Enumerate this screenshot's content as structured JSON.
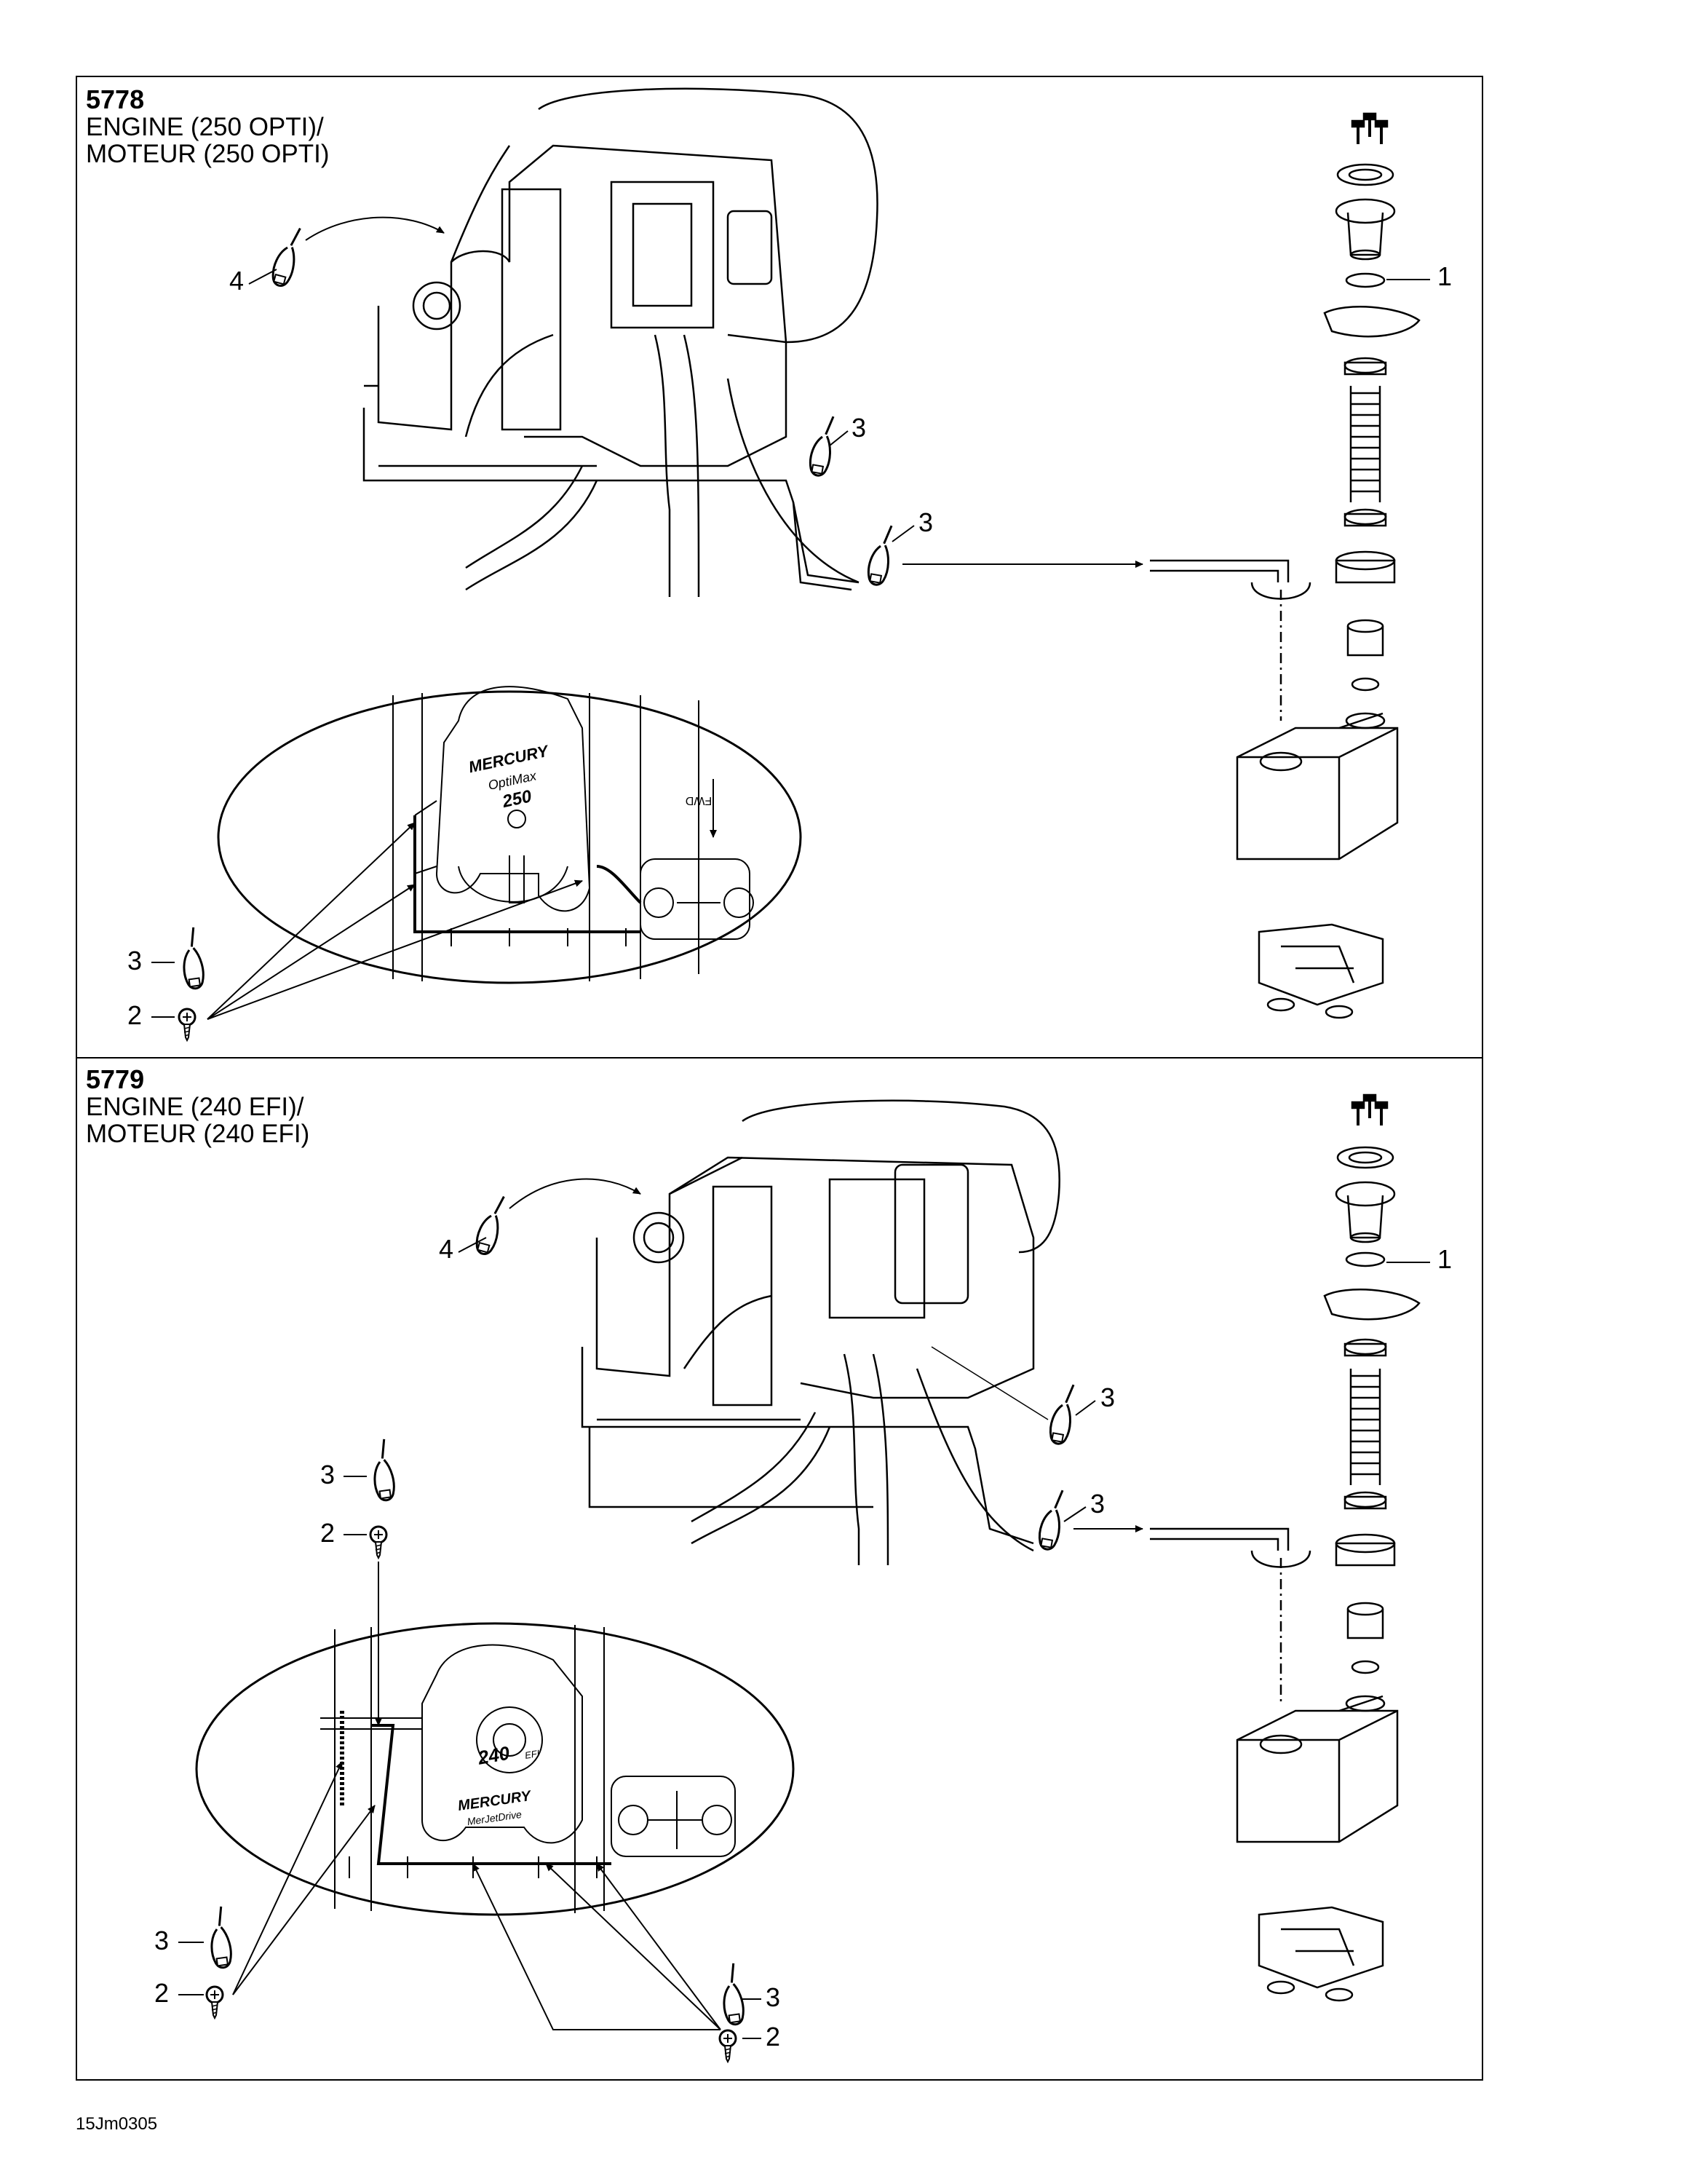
{
  "panels": [
    {
      "code": "5778",
      "title_line1": "ENGINE (250 OPTI)/",
      "title_line2": "MOTEUR (250 OPTI)",
      "badge_brand": "MERCURY",
      "badge_model": "OptiMax",
      "badge_number": "250",
      "direction_label": "FWD"
    },
    {
      "code": "5779",
      "title_line1": "ENGINE (240 EFI)/",
      "title_line2": "MOTEUR (240 EFI)",
      "badge_brand": "MERCURY",
      "badge_model": "MerJetDrive",
      "badge_number": "240",
      "badge_suffix": "EFI"
    }
  ],
  "callouts": {
    "c1": "1",
    "c2": "2",
    "c3": "3",
    "c4": "4"
  },
  "footer_code": "15Jm0305"
}
